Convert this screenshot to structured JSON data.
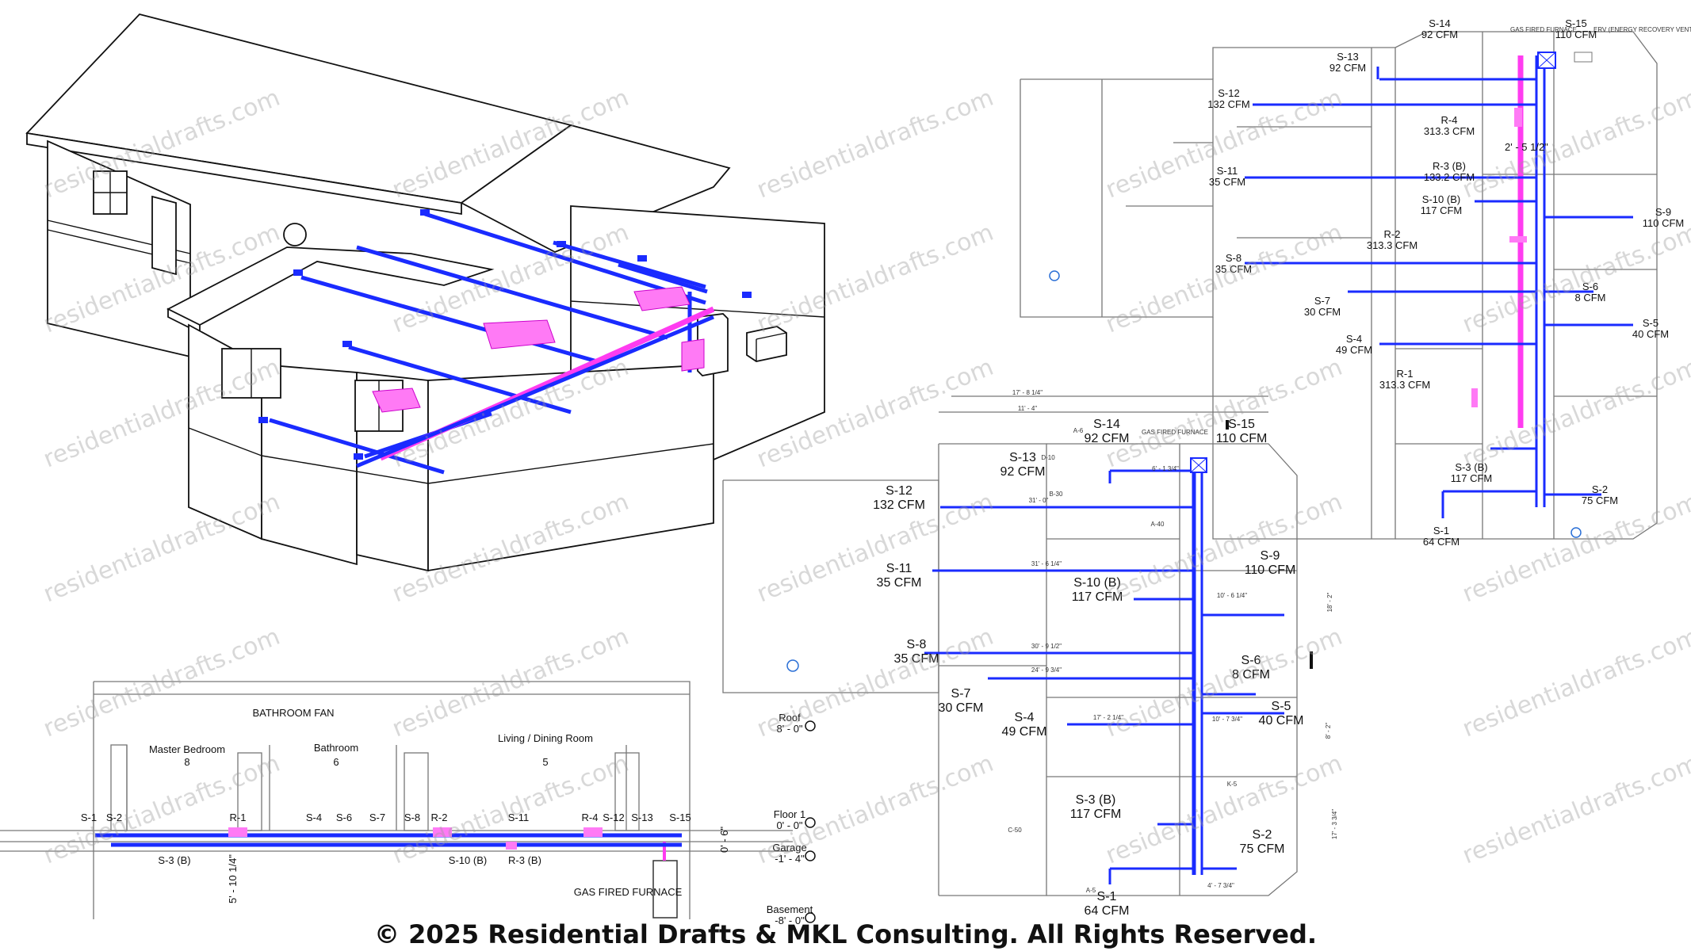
{
  "copyright": "© 2025 Residential Drafts & MKL Consulting. All Rights Reserved.",
  "watermark": "residentialdrafts.com",
  "colors": {
    "supply_duct": "#1a2bff",
    "return_duct": "#ff3cf0"
  },
  "small_plan": {
    "equipment": [
      "GAS FIRED FURNACE",
      "ERV (ENERGY RECOVERY VENTILATOR)"
    ],
    "registers": [
      {
        "id": "S-14",
        "cfm": "92 CFM"
      },
      {
        "id": "S-15",
        "cfm": "110 CFM"
      },
      {
        "id": "S-13",
        "cfm": "92 CFM"
      },
      {
        "id": "S-12",
        "cfm": "132 CFM"
      },
      {
        "id": "R-4",
        "cfm": "313.3 CFM"
      },
      {
        "id": "R-3 (B)",
        "cfm": "133.2 CFM"
      },
      {
        "id": "S-11",
        "cfm": "35 CFM"
      },
      {
        "id": "S-10 (B)",
        "cfm": "117 CFM"
      },
      {
        "id": "S-9",
        "cfm": "110 CFM"
      },
      {
        "id": "R-2",
        "cfm": "313.3 CFM"
      },
      {
        "id": "S-8",
        "cfm": "35 CFM"
      },
      {
        "id": "S-7",
        "cfm": "30 CFM"
      },
      {
        "id": "S-6",
        "cfm": "8 CFM"
      },
      {
        "id": "S-5",
        "cfm": "40 CFM"
      },
      {
        "id": "S-4",
        "cfm": "49 CFM"
      },
      {
        "id": "R-1",
        "cfm": "313.3 CFM"
      },
      {
        "id": "S-3 (B)",
        "cfm": "117 CFM"
      },
      {
        "id": "S-2",
        "cfm": "75 CFM"
      },
      {
        "id": "S-1",
        "cfm": "64 CFM"
      }
    ],
    "dimension": "2' - 5 1/2\""
  },
  "large_plan": {
    "equipment": "GAS FIRED FURNACE",
    "registers": [
      {
        "id": "S-14",
        "cfm": "92 CFM"
      },
      {
        "id": "S-15",
        "cfm": "110 CFM"
      },
      {
        "id": "S-13",
        "cfm": "92 CFM"
      },
      {
        "id": "S-12",
        "cfm": "132 CFM"
      },
      {
        "id": "S-11",
        "cfm": "35 CFM"
      },
      {
        "id": "S-10 (B)",
        "cfm": "117 CFM"
      },
      {
        "id": "S-9",
        "cfm": "110 CFM"
      },
      {
        "id": "S-8",
        "cfm": "35 CFM"
      },
      {
        "id": "S-7",
        "cfm": "30 CFM"
      },
      {
        "id": "S-6",
        "cfm": "8 CFM"
      },
      {
        "id": "S-5",
        "cfm": "40 CFM"
      },
      {
        "id": "S-4",
        "cfm": "49 CFM"
      },
      {
        "id": "S-3 (B)",
        "cfm": "117 CFM"
      },
      {
        "id": "S-2",
        "cfm": "75 CFM"
      },
      {
        "id": "S-1",
        "cfm": "64 CFM"
      }
    ],
    "dimensions": [
      "17' - 8 1/4\"",
      "11' - 4\"",
      "31' - 0\"",
      "31' - 6 1/4\"",
      "30' - 9 1/2\"",
      "24' - 9 3/4\"",
      "17' - 2 1/4\"",
      "10' - 6 1/4\"",
      "10' - 7 3/4\"",
      "4' - 7 3/4\"",
      "6' - 1 3/4\"",
      "18' - 2\"",
      "8' - 2\"",
      "17' - 3 3/4\""
    ],
    "tags": [
      "A-6",
      "D-10",
      "A-40",
      "B-30",
      "C-50",
      "A-5",
      "K-5"
    ]
  },
  "section": {
    "rooms": [
      {
        "name": "Master Bedroom",
        "num": "8"
      },
      {
        "name": "Bathroom",
        "num": "6"
      },
      {
        "name": "Living / Dining Room",
        "num": "5"
      }
    ],
    "bath_fan": "BATHROOM FAN",
    "furnace": "GAS FIRED FURNACE",
    "top_tags": [
      "S-1",
      "S-2",
      "R-1",
      "S-4",
      "S-6",
      "S-7",
      "S-8",
      "R-2",
      "S-11",
      "R-4",
      "S-12",
      "S-13",
      "S-15"
    ],
    "bottom_tags": [
      "S-3 (B)",
      "S-10 (B)",
      "R-3 (B)"
    ],
    "levels": [
      {
        "name": "Roof",
        "elev": "8' - 0\""
      },
      {
        "name": "Floor 1",
        "elev": "0' - 0\""
      },
      {
        "name": "Garage",
        "elev": "-1' - 4\""
      },
      {
        "name": "Basement",
        "elev": "-8' - 0\""
      }
    ],
    "dim_vertical": "5' - 10 1/4\"",
    "dim_small": "0' - 6\""
  }
}
